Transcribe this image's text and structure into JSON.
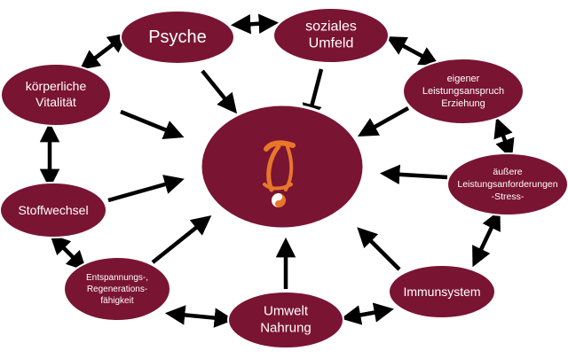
{
  "colors": {
    "node_fill": "#7a1433",
    "node_stroke": "#ffffff",
    "arrow": "#000000",
    "logo_orange": "#e8762b",
    "label_text": "#ffffff"
  },
  "center": {
    "logo_icon": "yin-yang-figure-icon"
  },
  "nodes": {
    "psyche": {
      "lines": [
        "Psyche"
      ]
    },
    "soziales_umfeld": {
      "lines": [
        "soziales",
        "Umfeld"
      ]
    },
    "leistungsanspruch": {
      "lines": [
        "eigener",
        "Leistungsanspruch",
        "Erziehung"
      ]
    },
    "leistungsanforderungen": {
      "lines": [
        "äußere",
        "Leistungsanforderungen",
        "-Stress-"
      ]
    },
    "immunsystem": {
      "lines": [
        "Immunsystem"
      ]
    },
    "umwelt_nahrung": {
      "lines": [
        "Umwelt",
        "Nahrung"
      ]
    },
    "entspannung": {
      "lines": [
        "Entspannungs-,",
        "Regenerations-",
        "fähigkeit"
      ]
    },
    "stoffwechsel": {
      "lines": [
        "Stoffwechsel"
      ]
    },
    "vitalitaet": {
      "lines": [
        "körperliche",
        "Vitalität"
      ]
    }
  }
}
